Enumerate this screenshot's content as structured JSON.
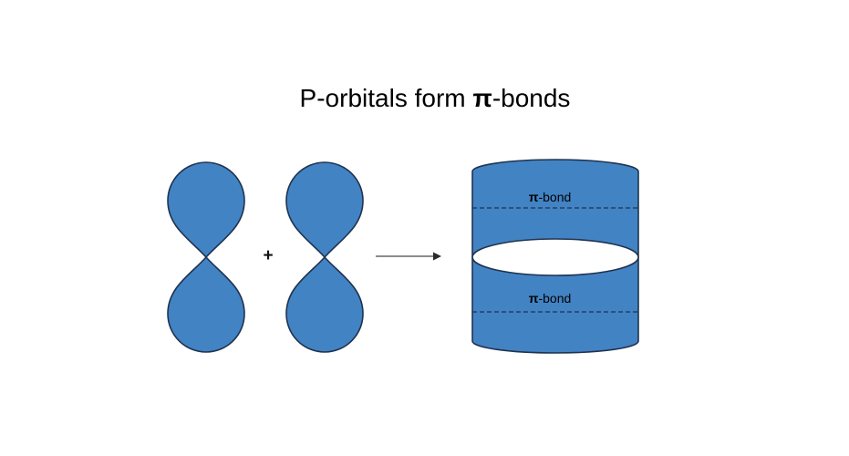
{
  "title": {
    "prefix": "P-orbitals form ",
    "pi": "π",
    "suffix": "-bonds"
  },
  "diagram": {
    "plus_sign": "+",
    "pi_bond_label_top": {
      "pi": "π",
      "rest": "-bond"
    },
    "pi_bond_label_bottom": {
      "pi": "π",
      "rest": "-bond"
    }
  },
  "colors": {
    "background": "#ffffff",
    "orbital_fill": "#4283c4",
    "shape_outline": "#1f3350",
    "nodal_plane_fill": "#ffffff",
    "arrow_line": "#666666",
    "arrow_head": "#2b2b2b",
    "text": "#000000"
  }
}
